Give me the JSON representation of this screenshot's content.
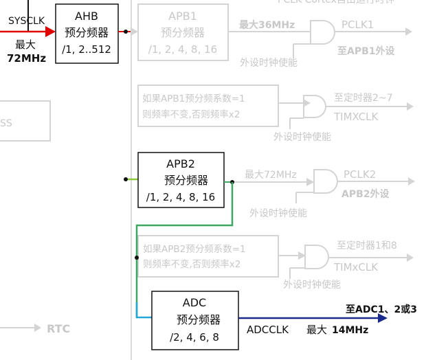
{
  "clock_tree": {
    "top_partial": "PCLK Cortex自由运行时钟",
    "sysclk": {
      "label": "SYSCLK",
      "max_label": "最大",
      "max_value": "72MHz"
    },
    "ahb": {
      "name": "AHB",
      "title": "预分频器",
      "factors": "/1, 2..512"
    },
    "apb1": {
      "name": "APB1",
      "title": "预分频器",
      "factors": "/1, 2, 4, 8, 16",
      "max": "最大36MHz",
      "clock": "PCLK1",
      "target": "至APB1外设",
      "enable": "外设时钟使能",
      "mult_line1": "如果APB1预分频系数=1",
      "mult_line2": "则频率不变,否则频率x2",
      "timer_target": "至定时器2~7",
      "timer_clock": "TIMXCLK",
      "timer_enable": "外设时钟使能"
    },
    "apb2": {
      "name": "APB2",
      "title": "预分频器",
      "factors": "/1, 2, 4, 8, 16",
      "max": "最大72MHz",
      "clock": "PCLK2",
      "target": "APB2外设",
      "enable": "外设时钟使能",
      "mult_line1": "如果APB2预分频系数=1",
      "mult_line2": "则频率不变,否则频率x2",
      "timer_target": "至定时器1和8",
      "timer_clock": "TIMxCLK",
      "timer_enable": "外设时钟使能"
    },
    "adc": {
      "name": "ADC",
      "title": "预分频器",
      "factors": "/2, 4, 6, 8",
      "target": "至ADC1、2或3",
      "clock": "ADCCLK",
      "max_label": "最大",
      "max_value": "14MHz"
    },
    "left_partial": "SS",
    "rtc": "RTC",
    "colors": {
      "sysclk_arrow": "#e00000",
      "ahb_to_apb2_gradient": [
        "#d81010",
        "#e89a10",
        "#e8d020",
        "#8fc83a"
      ],
      "apb2_arrow": "#8fc83a",
      "apb2_to_adc": "#3aa862",
      "adc_arrow": "#22a8d8",
      "adcclk_line": "#1a2a8c",
      "dimmed": "#c8c8c8"
    }
  }
}
